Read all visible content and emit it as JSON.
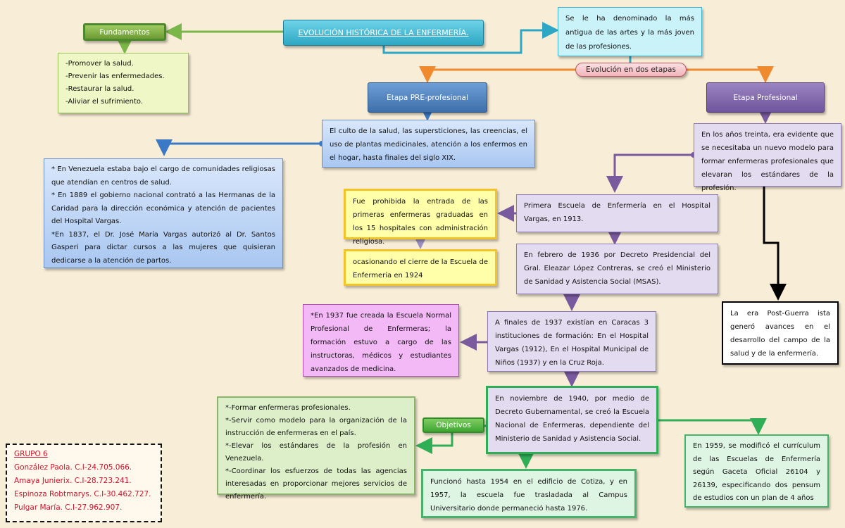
{
  "title": "EVOLUCIÓN HISTÓRICA DE LA ENFERMERÍA.",
  "labels": {
    "fundamentos": "Fundamentos",
    "evolucion": "Evolución en dos etapas",
    "pre": "Etapa PRE-profesional",
    "profesional": "Etapa Profesional",
    "objetivos": "Objetivos"
  },
  "fundamentos_items": [
    "-Promover la salud.",
    "-Prevenir las enfermedades.",
    "-Restaurar la salud.",
    "-Aliviar el sufrimiento."
  ],
  "definicion": "Se le ha denominado la más antigua de las artes y la más joven de las profesiones.",
  "culto": "El culto de la salud, las supersticiones, las creencias, el uso de plantas medicinales, atención a los enfermos en el hogar, hasta finales del siglo XIX.",
  "venezuela_items": [
    "* En Venezuela estaba bajo el cargo de comunidades religiosas que atendían en centros de salud.",
    "* En 1889 el gobierno nacional contrató a las Hermanas de la Caridad para la dirección económica y atención de pacientes del Hospital Vargas.",
    "*En 1837, el Dr. José María Vargas autorizó al Dr. Santos Gasperi para dictar cursos a las mujeres que quisieran dedicarse a la atención de partos."
  ],
  "prohibida": "Fue prohibida la entrada de las primeras enfermeras graduadas en los 15 hospitales con administración religiosa.",
  "cierre": "ocasionando el cierre de la Escuela de Enfermería en 1924",
  "primera_escuela": "Primera Escuela de Enfermería en el Hospital Vargas, en 1913.",
  "anos_treinta": "En los años treinta, era evidente que se necesitaba un nuevo modelo para formar enfermeras profesionales que elevaran los estándares de la profesión.",
  "msas": "En febrero de 1936 por Decreto Presidencial del Gral. Eleazar López Contreras, se creó el Ministerio de Sanidad y Asistencia Social (MSAS).",
  "postguerra": "La era Post-Guerra ista generó avances en el desarrollo del campo de la salud y de la enfermería.",
  "normal": "*En 1937 fue creada la Escuela Normal Profesional de Enfermeras; la formación estuvo a cargo de las instructoras, médicos y estudiantes avanzados de medicina.",
  "finales_1937": "A finales de 1937 existían en Caracas 3 instituciones de formación: En el Hospital Vargas (1912), En el Hospital Municipal de Niños (1937) y en la Cruz Roja.",
  "nacional": "En noviembre de 1940, por medio de Decreto Gubernamental, se creó la Escuela Nacional de Enfermeras, dependiente del Ministerio de Sanidad y Asistencia Social.",
  "objetivos_items": [
    "*-Formar enfermeras profesionales.",
    "*-Servir como modelo para la organización de la instrucción de enfermeras en el país.",
    "*-Elevar los estándares de la profesión en Venezuela.",
    "*-Coordinar los esfuerzos de todas las agencias interesadas en proporcionar mejores servicios de enfermería."
  ],
  "cotiza": "Funcionó hasta 1954 en el edificio de Cotiza, y en 1957, la escuela fue trasladada al Campus Universitario donde permaneció hasta 1976.",
  "curriculum": "En 1959, se modificó el currículum de las Escuelas de Enfermería según Gaceta Oficial 26104 y 26139, especificando dos pensum de estudios con un plan de 4 años",
  "group": {
    "heading": "GRUPO 6",
    "members": [
      "González Paola. C.I-24.705.066.",
      "Amaya Junierix. C.I-28.723.241.",
      "Espinoza Robtmarys. C.I-30.462.727.",
      "Pulgar María. C.I-27.962.907."
    ]
  },
  "colors": {
    "green": "#7ab648",
    "orange": "#ef8a2f",
    "blue": "#3c79c5",
    "purple": "#7a5a9e",
    "black": "#000000",
    "title": "#2da7c3"
  }
}
